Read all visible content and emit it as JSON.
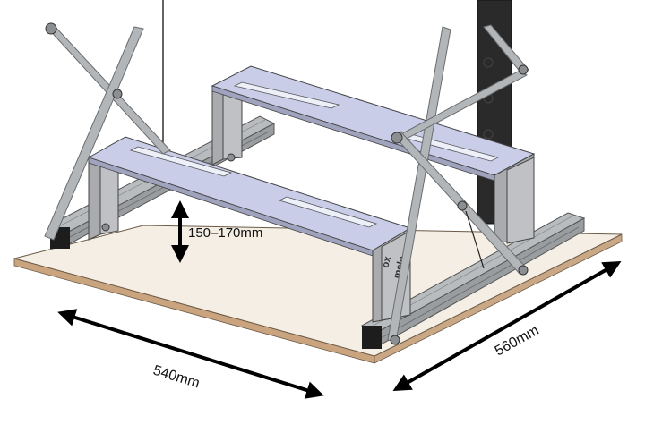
{
  "diagram": {
    "dimensions": {
      "height_range": "150–170mm",
      "width": "540mm",
      "depth": "560mm"
    },
    "brand_mark": {
      "line1": "ox",
      "line2": "melo"
    },
    "colors": {
      "bracket_fill": "#c9cde8",
      "bracket_side": "#a9abaf",
      "rail_fill": "#b9bcbf",
      "rail_dark": "#7f8387",
      "rod_fill": "#b3b6b8",
      "base_top": "#f4eee4",
      "base_edge": "#c9a47e",
      "foot_cap": "#1d1d1d",
      "arrow": "#000000"
    }
  }
}
